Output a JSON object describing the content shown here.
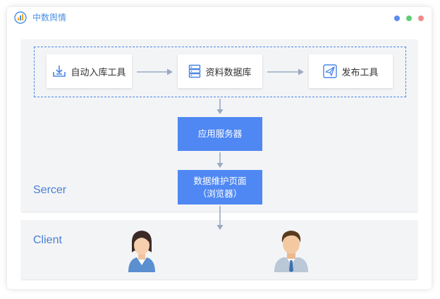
{
  "app": {
    "title": "中数舆情"
  },
  "window_dots": {
    "colors": [
      "#5b8def",
      "#5fcf75",
      "#f08a8a"
    ]
  },
  "server": {
    "label": "Sercer",
    "tools": [
      {
        "label": "自动入库工具",
        "icon": "download-tray-icon"
      },
      {
        "label": "资料数据库",
        "icon": "database-icon"
      },
      {
        "label": "发布工具",
        "icon": "paper-plane-icon"
      }
    ],
    "app_server": {
      "label": "应用服务器"
    },
    "maintenance_page": {
      "line1": "数据维护页面",
      "line2": "（浏览器）"
    }
  },
  "client": {
    "label": "Client",
    "users": [
      {
        "icon": "female-user-icon"
      },
      {
        "icon": "male-user-icon"
      }
    ]
  },
  "colors": {
    "accent": "#4f88f3",
    "panel": "#f3f4f6",
    "arrow": "#9aa9c4",
    "dashed": "#4a86e8"
  }
}
